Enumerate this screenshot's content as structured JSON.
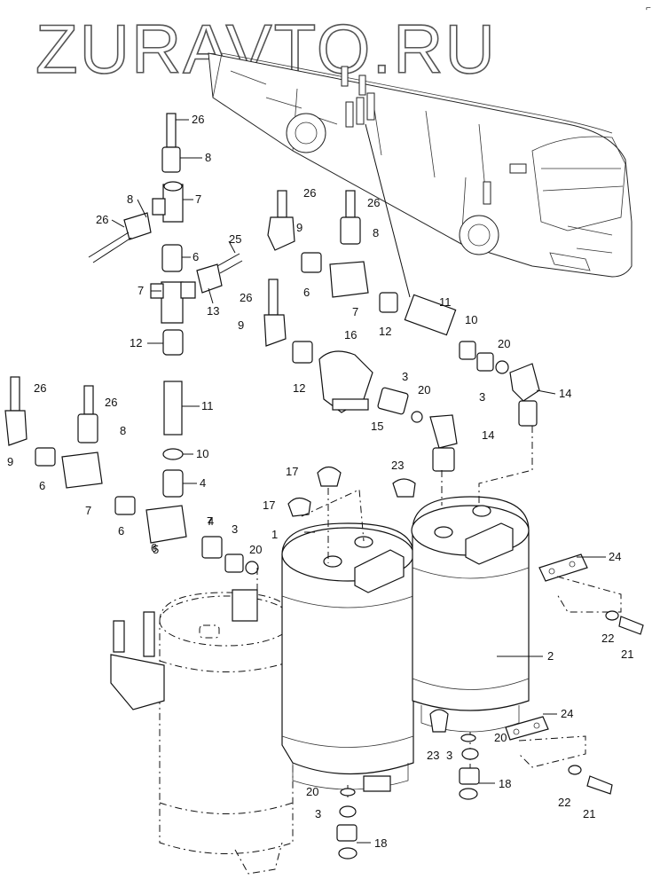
{
  "watermark": "ZURAVTO.RU",
  "corner_mark": "⌐",
  "callouts": [
    {
      "id": "c1",
      "text": "26"
    },
    {
      "id": "c2",
      "text": "8"
    },
    {
      "id": "c3",
      "text": "7"
    },
    {
      "id": "c4",
      "text": "8"
    },
    {
      "id": "c5",
      "text": "26"
    },
    {
      "id": "c6",
      "text": "6"
    },
    {
      "id": "c7",
      "text": "25"
    },
    {
      "id": "c8",
      "text": "7"
    },
    {
      "id": "c9",
      "text": "13"
    },
    {
      "id": "c10",
      "text": "12"
    },
    {
      "id": "c11",
      "text": "11"
    },
    {
      "id": "c12",
      "text": "10"
    },
    {
      "id": "c13",
      "text": "4"
    },
    {
      "id": "c14",
      "text": "26"
    },
    {
      "id": "c15",
      "text": "9"
    },
    {
      "id": "c16",
      "text": "26"
    },
    {
      "id": "c17",
      "text": "8"
    },
    {
      "id": "c18",
      "text": "6"
    },
    {
      "id": "c19",
      "text": "7"
    },
    {
      "id": "c20",
      "text": "26"
    },
    {
      "id": "c21",
      "text": "9"
    },
    {
      "id": "c22",
      "text": "6"
    },
    {
      "id": "c23",
      "text": "7"
    },
    {
      "id": "c24",
      "text": "12"
    },
    {
      "id": "c25",
      "text": "11"
    },
    {
      "id": "c26",
      "text": "10"
    },
    {
      "id": "c27",
      "text": "20"
    },
    {
      "id": "c28",
      "text": "16"
    },
    {
      "id": "c29",
      "text": "3"
    },
    {
      "id": "c30",
      "text": "3"
    },
    {
      "id": "c31",
      "text": "14"
    },
    {
      "id": "c32",
      "text": "12"
    },
    {
      "id": "c33",
      "text": "15"
    },
    {
      "id": "c34",
      "text": "20"
    },
    {
      "id": "c35",
      "text": "14"
    },
    {
      "id": "c36",
      "text": "26"
    },
    {
      "id": "c37",
      "text": "9"
    },
    {
      "id": "c38",
      "text": "6"
    },
    {
      "id": "c39",
      "text": "7"
    },
    {
      "id": "c40",
      "text": "26"
    },
    {
      "id": "c41",
      "text": "8"
    },
    {
      "id": "c42",
      "text": "6"
    },
    {
      "id": "c43",
      "text": "5"
    },
    {
      "id": "c44",
      "text": "4"
    },
    {
      "id": "c45",
      "text": "3"
    },
    {
      "id": "c46",
      "text": "20"
    },
    {
      "id": "c47",
      "text": "17"
    },
    {
      "id": "c48",
      "text": "17"
    },
    {
      "id": "c49",
      "text": "1"
    },
    {
      "id": "c50",
      "text": "23"
    },
    {
      "id": "c51",
      "text": "24"
    },
    {
      "id": "c52",
      "text": "22"
    },
    {
      "id": "c53",
      "text": "21"
    },
    {
      "id": "c54",
      "text": "2"
    },
    {
      "id": "c55",
      "text": "24"
    },
    {
      "id": "c56",
      "text": "20"
    },
    {
      "id": "c57",
      "text": "3"
    },
    {
      "id": "c58",
      "text": "23"
    },
    {
      "id": "c59",
      "text": "18"
    },
    {
      "id": "c60",
      "text": "22"
    },
    {
      "id": "c61",
      "text": "21"
    },
    {
      "id": "c62",
      "text": "20"
    },
    {
      "id": "c63",
      "text": "3"
    },
    {
      "id": "c64",
      "text": "18"
    }
  ]
}
